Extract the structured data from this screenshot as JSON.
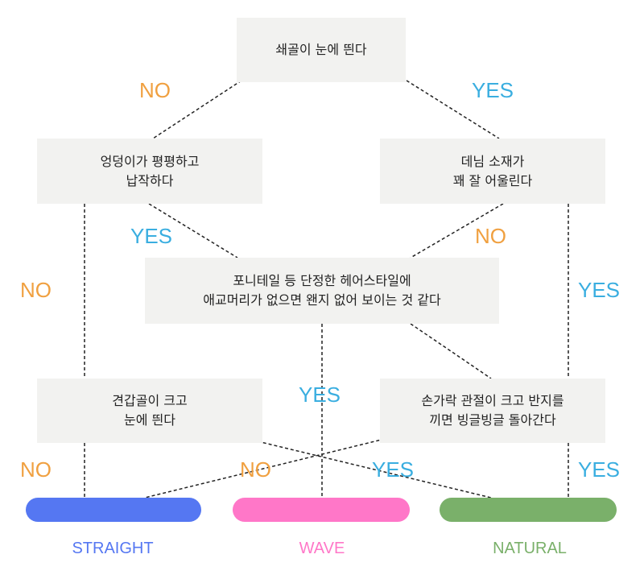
{
  "nodes": {
    "q1": [
      "쇄골이 눈에 띈다"
    ],
    "q2": [
      "엉덩이가 평평하고",
      "납작하다"
    ],
    "q3": [
      "데님 소재가",
      "꽤 잘 어울린다"
    ],
    "q4": [
      "포니테일 등 단정한 헤어스타일에",
      "애교머리가 없으면 왠지 없어 보이는 것 같다"
    ],
    "q5": [
      "견갑골이 크고",
      "눈에 띈다"
    ],
    "q6": [
      "손가락 관절이 크고 반지를",
      "끼면 빙글빙글 돌아간다"
    ]
  },
  "labels": {
    "no": "NO",
    "yes": "YES"
  },
  "results": {
    "straight": "STRAIGHT",
    "wave": "WAVE",
    "natural": "NATURAL"
  },
  "colors": {
    "straight": "#5577f2",
    "wave": "#ff77c8",
    "natural": "#7ab06a",
    "no": "#f0a040",
    "yes": "#3aaee0"
  }
}
